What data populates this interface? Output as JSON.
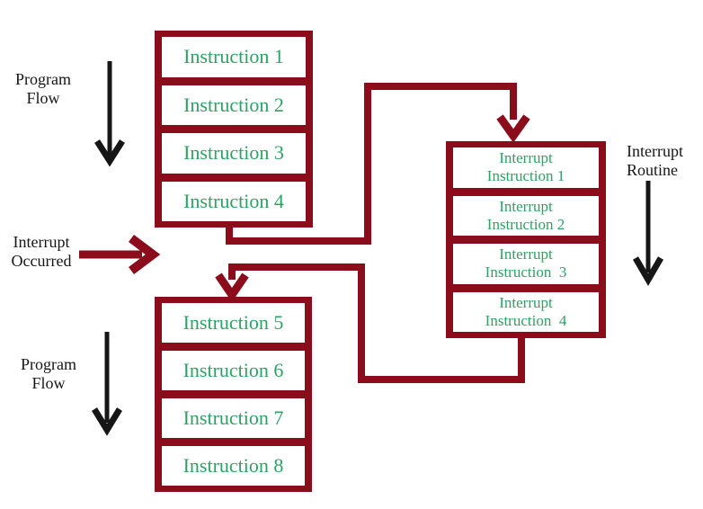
{
  "colors": {
    "accent_dark_red": "#8b0d1c",
    "instruction_text_green": "#2ea163",
    "label_and_arrow_black": "#161616",
    "background": "#ffffff"
  },
  "labels": {
    "program_flow_top": "Program\nFlow",
    "interrupt_occurred": "Interrupt\nOccurred",
    "interrupt_routine": "Interrupt\nRoutine",
    "program_flow_bottom": "Program\nFlow"
  },
  "boxes": {
    "main_top": {
      "cells": [
        "Instruction 1",
        "Instruction 2",
        "Instruction 3",
        "Instruction 4"
      ]
    },
    "interrupt": {
      "cells": [
        "Interrupt\nInstruction 1",
        "Interrupt\nInstruction 2",
        "Interrupt\nInstruction  3",
        "Interrupt\nInstruction  4"
      ]
    },
    "main_bottom": {
      "cells": [
        "Instruction 5",
        "Instruction 6",
        "Instruction 7",
        "Instruction 8"
      ]
    }
  }
}
